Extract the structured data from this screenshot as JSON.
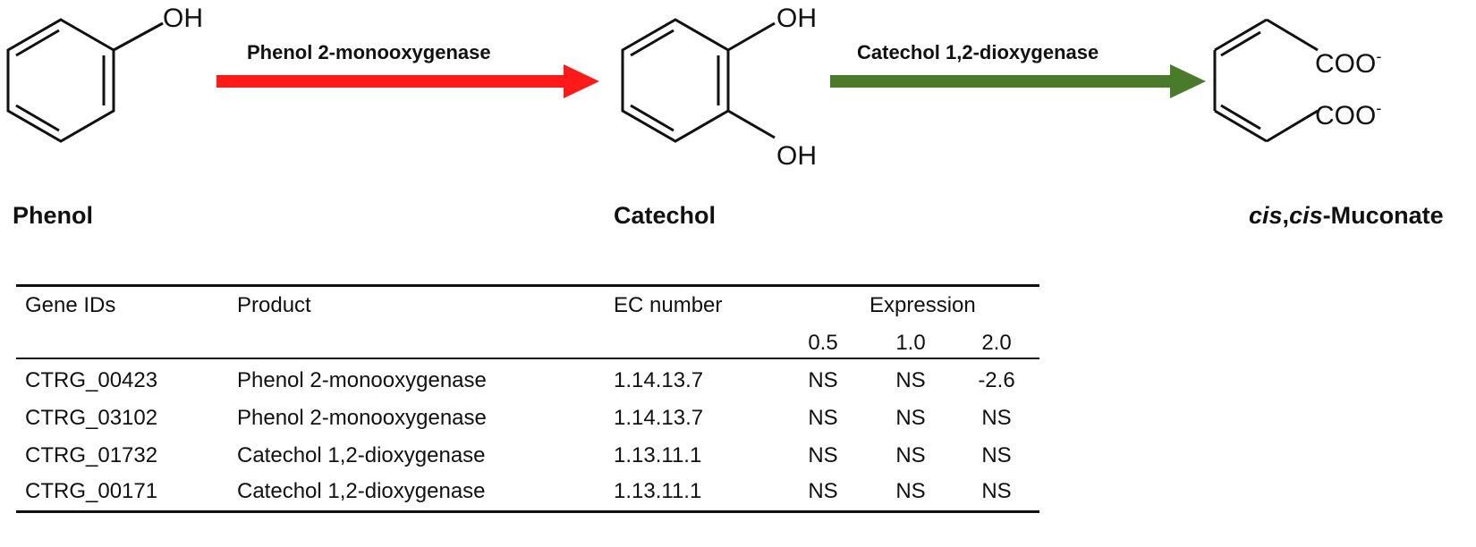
{
  "pathway": {
    "molecules": [
      {
        "name": "Phenol",
        "italic_prefix": "",
        "rest": "Phenol"
      },
      {
        "name": "Catechol",
        "italic_prefix": "",
        "rest": "Catechol"
      },
      {
        "name_parts": [
          "cis",
          ",",
          "cis",
          "-Muconate"
        ]
      }
    ],
    "enzymes": [
      {
        "label": "Phenol 2-monooxygenase",
        "color": "#ff1a1a"
      },
      {
        "label": "Catechol 1,2-dioxygenase",
        "color": "#4a7b2a"
      }
    ],
    "atoms": {
      "phenol_oh": "OH",
      "catechol_oh1": "OH",
      "catechol_oh2": "OH",
      "muconate_coo1": "COO",
      "muconate_coo2": "COO",
      "charge": "-"
    }
  },
  "table": {
    "headers": {
      "gene_ids": "Gene IDs",
      "product": "Product",
      "ec_number": "EC number",
      "expression": "Expression",
      "conc": [
        "0.5",
        "1.0",
        "2.0"
      ]
    },
    "rows": [
      {
        "gene": "CTRG_00423",
        "product": "Phenol 2-monooxygenase",
        "ec": "1.14.13.7",
        "expr": [
          "NS",
          "NS",
          "-2.6"
        ]
      },
      {
        "gene": "CTRG_03102",
        "product": "Phenol 2-monooxygenase",
        "ec": "1.14.13.7",
        "expr": [
          "NS",
          "NS",
          "NS"
        ]
      },
      {
        "gene": "CTRG_01732",
        "product": "Catechol 1,2-dioxygenase",
        "ec": "1.13.11.1",
        "expr": [
          "NS",
          "NS",
          "NS"
        ]
      },
      {
        "gene": "CTRG_00171",
        "product": "Catechol 1,2-dioxygenase",
        "ec": "1.13.11.1",
        "expr": [
          "NS",
          "NS",
          "NS"
        ]
      }
    ]
  }
}
